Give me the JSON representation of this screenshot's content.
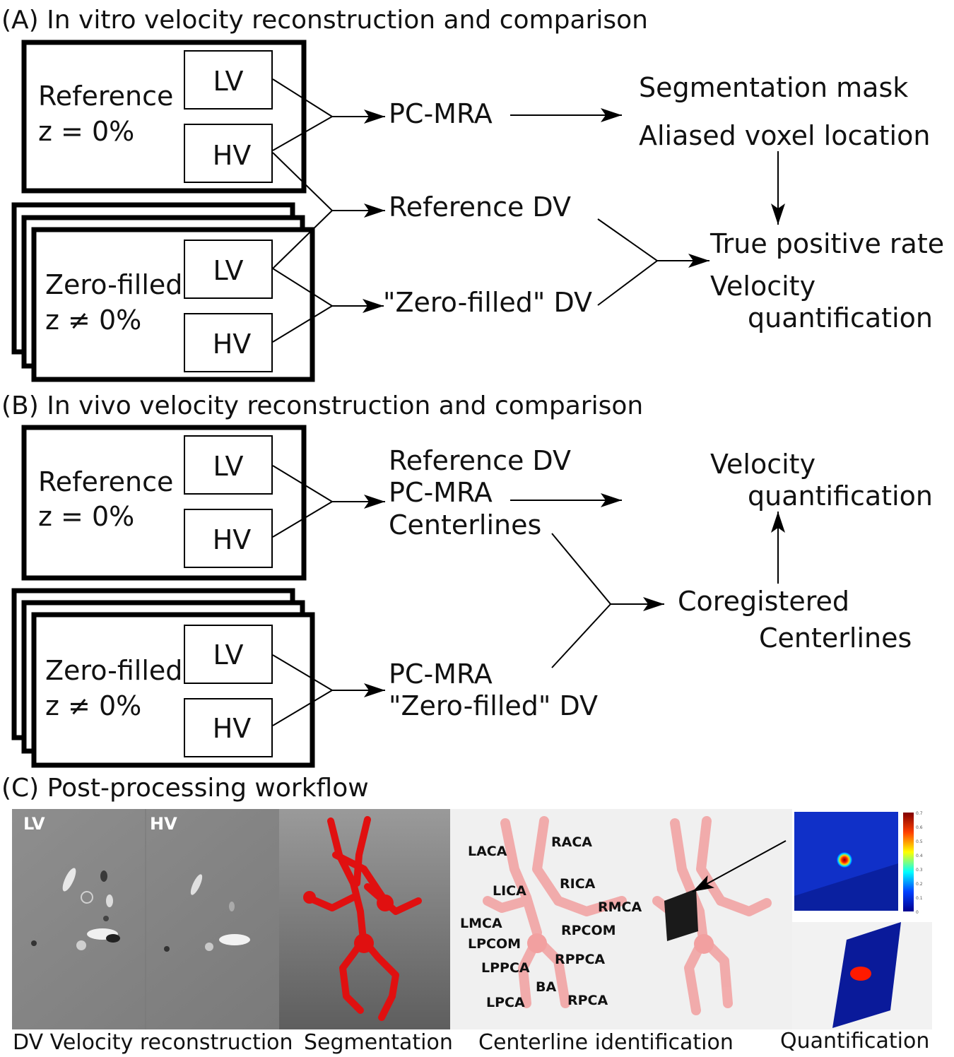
{
  "panel_a": {
    "title": "(A) In vitro velocity reconstruction and comparison",
    "reference_label": "Reference",
    "reference_z": "z = 0%",
    "zero_filled_label": "Zero-filled",
    "zero_filled_z": "z ≠ 0%",
    "lv": "LV",
    "hv": "HV",
    "pc_mra": "PC-MRA",
    "reference_dv": "Reference DV",
    "zero_filled_dv": "\"Zero-filled\" DV",
    "segmentation_mask": "Segmentation mask",
    "aliased_voxel": "Aliased voxel location",
    "true_positive_rate": "True positive rate",
    "velocity": "Velocity",
    "quantification": "quantification"
  },
  "panel_b": {
    "title": "(B) In vivo velocity reconstruction and comparison",
    "reference_label": "Reference",
    "reference_z": "z = 0%",
    "zero_filled_label": "Zero-filled",
    "zero_filled_z": "z ≠ 0%",
    "lv": "LV",
    "hv": "HV",
    "top_out_1": "Reference DV",
    "top_out_2": "PC-MRA",
    "top_out_3": "Centerlines",
    "bottom_out_1": "PC-MRA",
    "bottom_out_2": "\"Zero-filled\" DV",
    "velocity": "Velocity",
    "quantification": "quantification",
    "coregistered": "Coregistered",
    "centerlines": "Centerlines"
  },
  "panel_c": {
    "title": "(C) Post-processing workflow",
    "img_lv": "LV",
    "img_hv": "HV",
    "vessels": [
      "LACA",
      "RACA",
      "LICA",
      "RICA",
      "RMCA",
      "LMCA",
      "RPCOM",
      "LPCOM",
      "RPPCA",
      "LPPCA",
      "BA",
      "LPCA",
      "RPCA"
    ],
    "colorbar_ticks": [
      "0.7",
      "0.6",
      "0.5",
      "0.4",
      "0.3",
      "0.2",
      "0.1",
      "0"
    ],
    "caption_dv": "DV Velocity reconstruction",
    "caption_seg": "Segmentation",
    "caption_center": "Centerline identification",
    "caption_quant": "Quantification"
  },
  "colors": {
    "vessel_red": "#e01010",
    "vessel_pink": "#f2a0a0",
    "plane_blue": "#0a1a9a"
  }
}
